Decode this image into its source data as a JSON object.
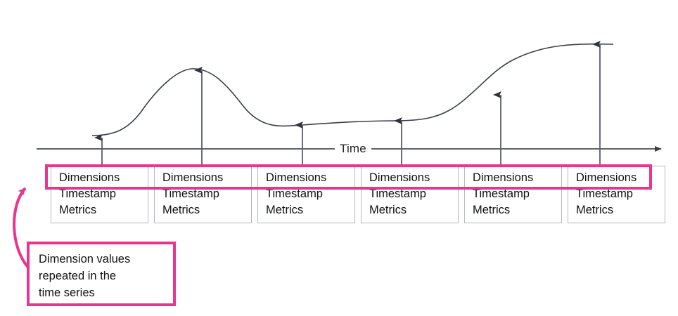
{
  "diagram": {
    "axis": {
      "label": "Time",
      "arrow_direction": "right"
    },
    "series_boxes": [
      {
        "dimensions": "Dimensions",
        "timestamp": "Timestamp",
        "metrics": "Metrics"
      },
      {
        "dimensions": "Dimensions",
        "timestamp": "Timestamp",
        "metrics": "Metrics"
      },
      {
        "dimensions": "Dimensions",
        "timestamp": "Timestamp",
        "metrics": "Metrics"
      },
      {
        "dimensions": "Dimensions",
        "timestamp": "Timestamp",
        "metrics": "Metrics"
      },
      {
        "dimensions": "Dimensions",
        "timestamp": "Timestamp",
        "metrics": "Metrics"
      },
      {
        "dimensions": "Dimensions",
        "timestamp": "Timestamp",
        "metrics": "Metrics"
      }
    ],
    "callout": {
      "line1": "Dimension values",
      "line2": "repeated in the",
      "line3": "time series"
    },
    "colors": {
      "highlight": "#e8368f",
      "curve": "#3b4049",
      "axis": "#5f6368",
      "box_border": "#b5b8bf",
      "text": "#111111"
    }
  },
  "chart_data": {
    "type": "line",
    "title": "",
    "xlabel": "Time",
    "ylabel": "",
    "grid": false,
    "legend": null,
    "x": [
      145,
      287,
      430,
      571,
      712,
      853
    ],
    "values": [
      196,
      100,
      178,
      172,
      135,
      62
    ],
    "annotations": [
      "Dimension values repeated in the time series"
    ],
    "sample_markers": "upward arrows from time axis to curve at six sample points"
  }
}
